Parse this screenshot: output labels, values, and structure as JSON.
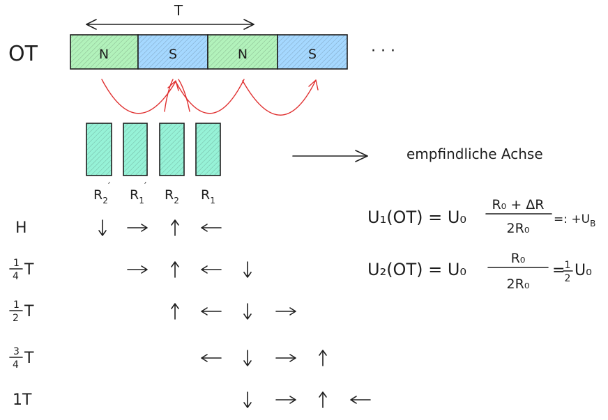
{
  "track": {
    "label": "OT",
    "period_label": "T",
    "poles": [
      {
        "label": "N",
        "color": "#b2f2bb"
      },
      {
        "label": "S",
        "color": "#a5d8ff"
      },
      {
        "label": "N",
        "color": "#b2f2bb"
      },
      {
        "label": "S",
        "color": "#a5d8ff"
      }
    ],
    "ellipsis": "· · ·"
  },
  "sensor": {
    "color": "#96f2d7",
    "resistors": [
      {
        "name": "R",
        "sub": "2",
        "prime": true
      },
      {
        "name": "R",
        "sub": "1",
        "prime": true
      },
      {
        "name": "R",
        "sub": "2",
        "prime": false
      },
      {
        "name": "R",
        "sub": "1",
        "prime": false
      }
    ],
    "axis_label": "empfindliche Achse"
  },
  "rows": [
    {
      "num": "",
      "den": "",
      "label": "H",
      "arrows": [
        "down",
        "right",
        "up",
        "left"
      ]
    },
    {
      "num": "1",
      "den": "4",
      "label": "T",
      "arrows": [
        "right",
        "up",
        "left",
        "down"
      ]
    },
    {
      "num": "1",
      "den": "2",
      "label": "T",
      "arrows": [
        "up",
        "left",
        "down",
        "right"
      ]
    },
    {
      "num": "3",
      "den": "4",
      "label": "T",
      "arrows": [
        "left",
        "down",
        "right",
        "up"
      ]
    },
    {
      "num": "",
      "den": "",
      "label": "1T",
      "arrows": [
        "down",
        "right",
        "up",
        "left"
      ]
    }
  ],
  "equations": {
    "eq1": {
      "lhs": "U₁(OT) = U₀",
      "numerator": "R₀ + ΔR",
      "denominator": "2R₀",
      "rhs": "=: +U",
      "rhs_sub": "B"
    },
    "eq2": {
      "lhs": "U₂(OT) = U₀",
      "numerator": "R₀",
      "denominator": "2R₀",
      "rhs_eq": "=",
      "rhs_num": "1",
      "rhs_den": "2",
      "rhs_u": "U₀"
    }
  }
}
